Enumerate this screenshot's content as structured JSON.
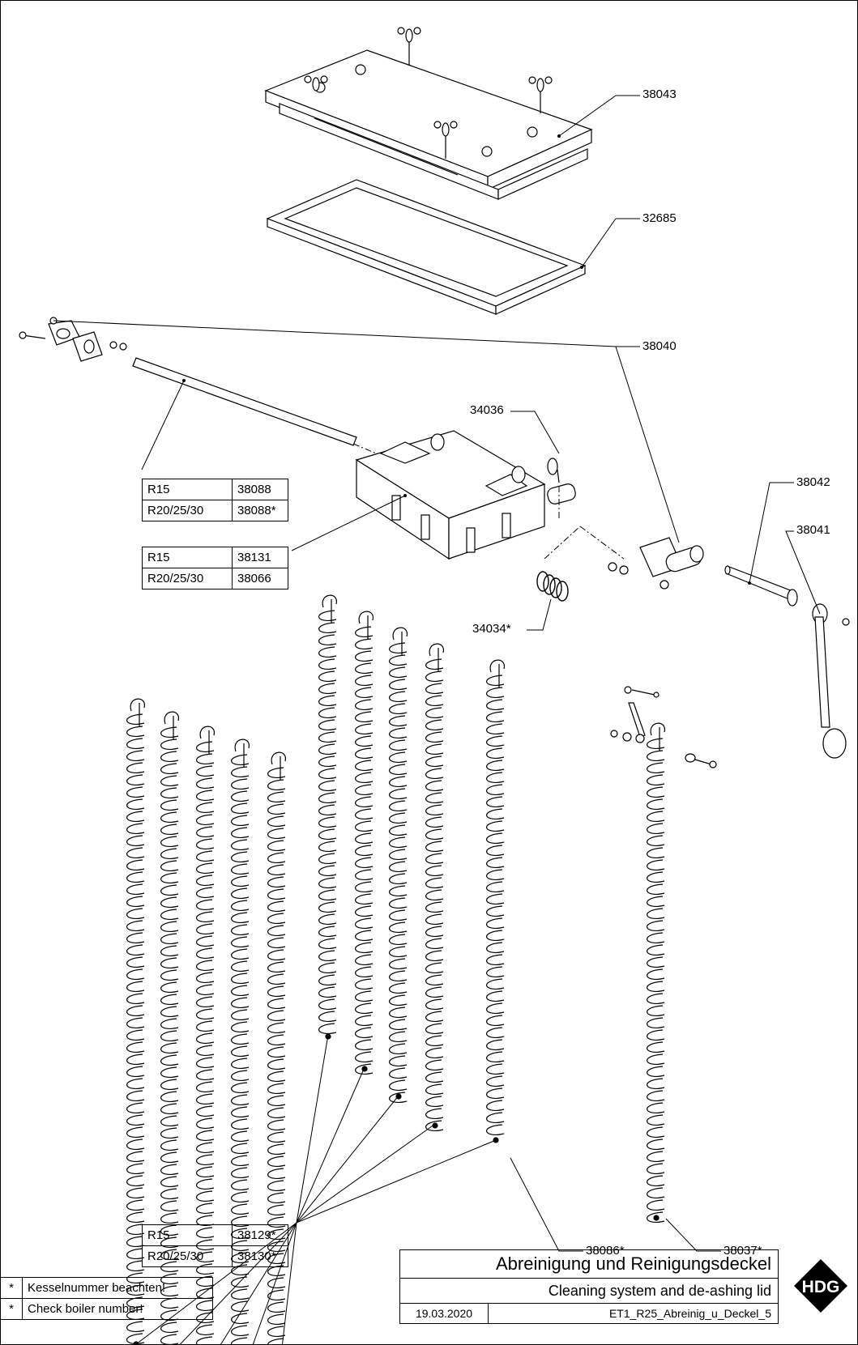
{
  "callouts": {
    "lid": "38043",
    "seal": "32685",
    "bearing": "38040",
    "pin": "34036",
    "sleeve": "38042",
    "lever": "38041",
    "spring": "34034*",
    "turbulator_single": "38086*",
    "turbulator_alt": "38037*"
  },
  "tables": {
    "shaft": {
      "rows": [
        {
          "model": "R15",
          "part": "38088"
        },
        {
          "model": "R20/25/30",
          "part": "38088*"
        }
      ]
    },
    "frame": {
      "rows": [
        {
          "model": "R15",
          "part": "38131"
        },
        {
          "model": "R20/25/30",
          "part": "38066"
        }
      ]
    },
    "turbulators": {
      "rows": [
        {
          "model": "R15",
          "part": "38129*"
        },
        {
          "model": "R20/25/30",
          "part": "38130*"
        }
      ]
    }
  },
  "notes": [
    {
      "mark": "*",
      "text": "Kesselnummer beachten!"
    },
    {
      "mark": "*",
      "text": "Check boiler number!"
    }
  ],
  "title_block": {
    "title_de": "Abreinigung und Reinigungsdeckel",
    "title_en": "Cleaning system and de-ashing lid",
    "date": "19.03.2020",
    "drawing": "ET1_R25_Abreinig_u_Deckel_5"
  },
  "logo": {
    "text": "HDG"
  }
}
